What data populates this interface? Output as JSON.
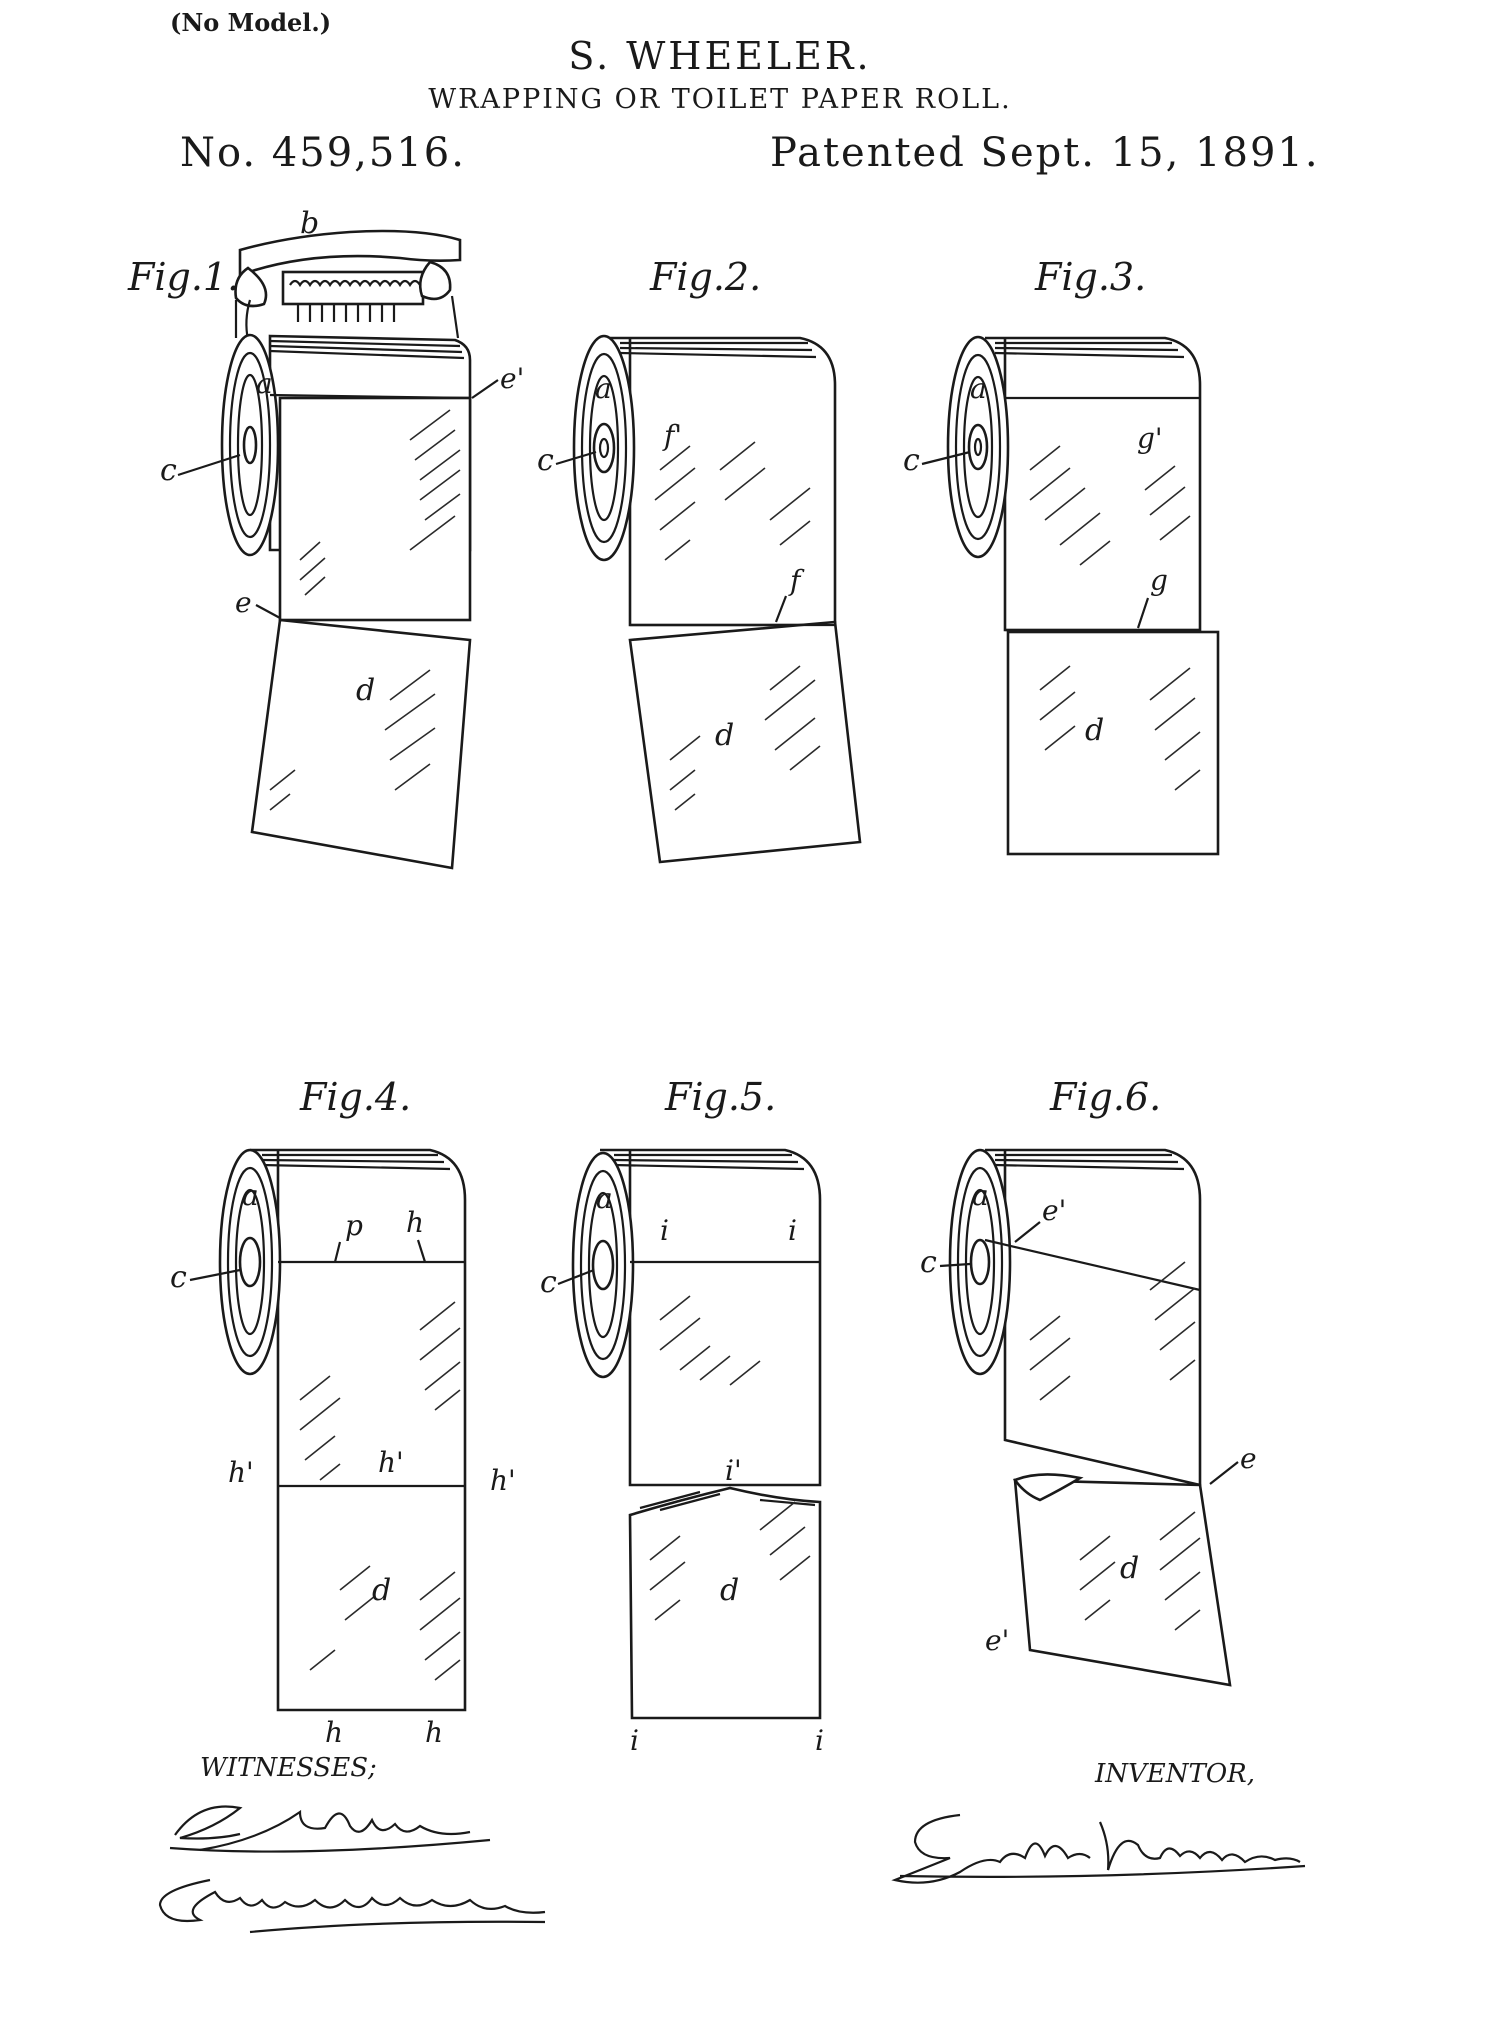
{
  "header": {
    "no_model": "(No Model.)",
    "inventor_name": "S. WHEELER.",
    "title": "WRAPPING OR TOILET PAPER ROLL.",
    "patent_number": "No. 459,516.",
    "patent_date": "Patented Sept. 15, 1891."
  },
  "figures": [
    {
      "label": "Fig.1.",
      "letters": [
        "b",
        "a",
        "e'",
        "c",
        "e",
        "d"
      ]
    },
    {
      "label": "Fig.2.",
      "letters": [
        "a",
        "c",
        "f'",
        "f",
        "d"
      ]
    },
    {
      "label": "Fig.3.",
      "letters": [
        "a",
        "c",
        "g'",
        "g",
        "d"
      ]
    },
    {
      "label": "Fig.4.",
      "letters": [
        "a",
        "c",
        "p",
        "h",
        "h'",
        "h'",
        "h'",
        "d",
        "h",
        "h"
      ]
    },
    {
      "label": "Fig.5.",
      "letters": [
        "a",
        "c",
        "i",
        "i",
        "i'",
        "d",
        "i",
        "i"
      ]
    },
    {
      "label": "Fig.6.",
      "letters": [
        "a",
        "c",
        "e'",
        "e",
        "d",
        "e'"
      ]
    }
  ],
  "footer": {
    "witnesses_label": "WITNESSES;",
    "inventor_label": "INVENTOR,",
    "witness_signatures": [
      "E. E. Wheeler",
      "Wm. A. Wheeler"
    ],
    "inventor_signature": "Seth Wheeler."
  }
}
